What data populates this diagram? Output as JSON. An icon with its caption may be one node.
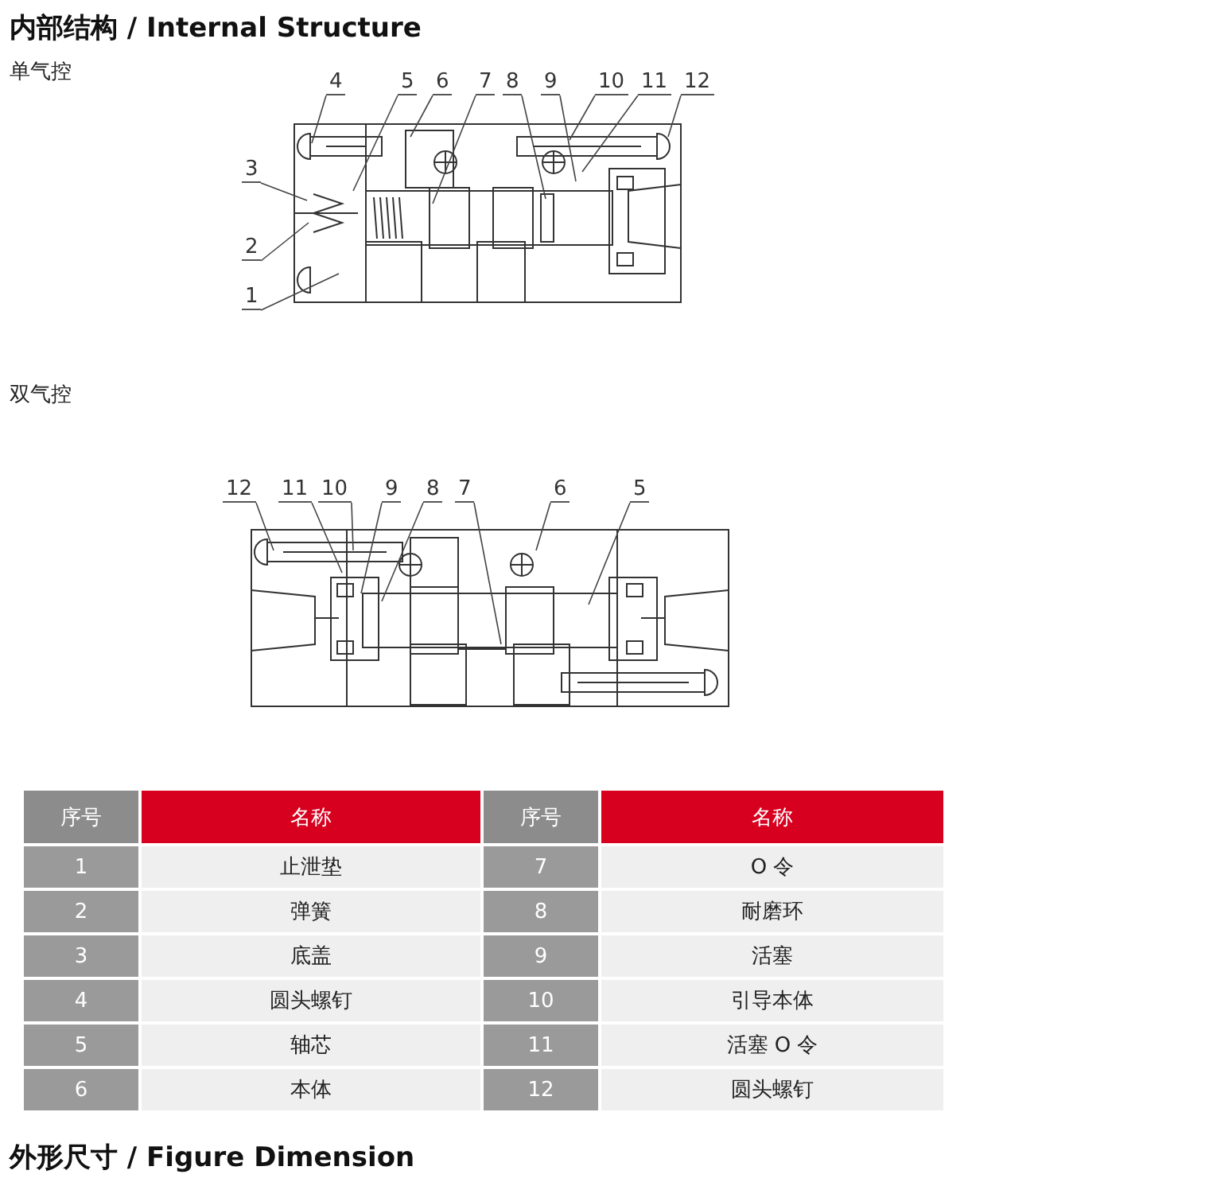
{
  "diagram": {
    "title": "内部结构 / Internal Structure",
    "nodes": [
      {
        "text": [
          "1"
        ]
      },
      {
        "text": [
          "2"
        ]
      },
      {
        "text": [
          "3"
        ]
      },
      {
        "text": [
          "4"
        ]
      },
      {
        "text": [
          "5"
        ]
      },
      {
        "text": [
          "6"
        ]
      },
      {
        "text": [
          "7"
        ]
      },
      {
        "text": [
          "8"
        ]
      },
      {
        "text": [
          "9"
        ]
      },
      {
        "text": [
          "10"
        ]
      },
      {
        "text": [
          "11"
        ]
      },
      {
        "text": [
          "12"
        ]
      },
      {
        "text": [
          "12"
        ]
      },
      {
        "text": [
          "11"
        ]
      },
      {
        "text": [
          "10"
        ]
      },
      {
        "text": [
          "9"
        ]
      },
      {
        "text": [
          "8"
        ]
      },
      {
        "text": [
          "7"
        ]
      },
      {
        "text": [
          "6"
        ]
      },
      {
        "text": [
          "5"
        ]
      }
    ],
    "edges": [
      {
        "from": 0,
        "to": null,
        "arrow": "none"
      },
      {
        "from": 1,
        "to": null,
        "arrow": "none"
      },
      {
        "from": 2,
        "to": null,
        "arrow": "none"
      },
      {
        "from": 3,
        "to": null,
        "arrow": "none"
      },
      {
        "from": 4,
        "to": null,
        "arrow": "none"
      },
      {
        "from": 5,
        "to": null,
        "arrow": "none"
      },
      {
        "from": 6,
        "to": null,
        "arrow": "none"
      },
      {
        "from": 7,
        "to": null,
        "arrow": "none"
      },
      {
        "from": 8,
        "to": null,
        "arrow": "none"
      },
      {
        "from": 9,
        "to": null,
        "arrow": "none"
      },
      {
        "from": 10,
        "to": null,
        "arrow": "none"
      },
      {
        "from": 11,
        "to": null,
        "arrow": "none"
      },
      {
        "from": 12,
        "to": null,
        "arrow": "none"
      },
      {
        "from": 13,
        "to": null,
        "arrow": "none"
      },
      {
        "from": 14,
        "to": null,
        "arrow": "none"
      },
      {
        "from": 15,
        "to": null,
        "arrow": "none"
      },
      {
        "from": 16,
        "to": null,
        "arrow": "none"
      },
      {
        "from": 17,
        "to": null,
        "arrow": "none"
      },
      {
        "from": 18,
        "to": null,
        "arrow": "none"
      },
      {
        "from": 19,
        "to": null,
        "arrow": "none"
      }
    ],
    "labels": [
      "单气控",
      "双气控",
      "序号",
      "名称",
      "序号",
      "名称",
      "1",
      "止泄垫",
      "7",
      "O 令",
      "2",
      "弹簧",
      "8",
      "耐磨环",
      "3",
      "底盖",
      "9",
      "活塞",
      "4",
      "圆头螺钉",
      "10",
      "引导本体",
      "5",
      "轴芯",
      "11",
      "活塞 O 令",
      "6",
      "本体",
      "12",
      "圆头螺钉",
      "外形尺寸 / Figure Dimension"
    ]
  }
}
